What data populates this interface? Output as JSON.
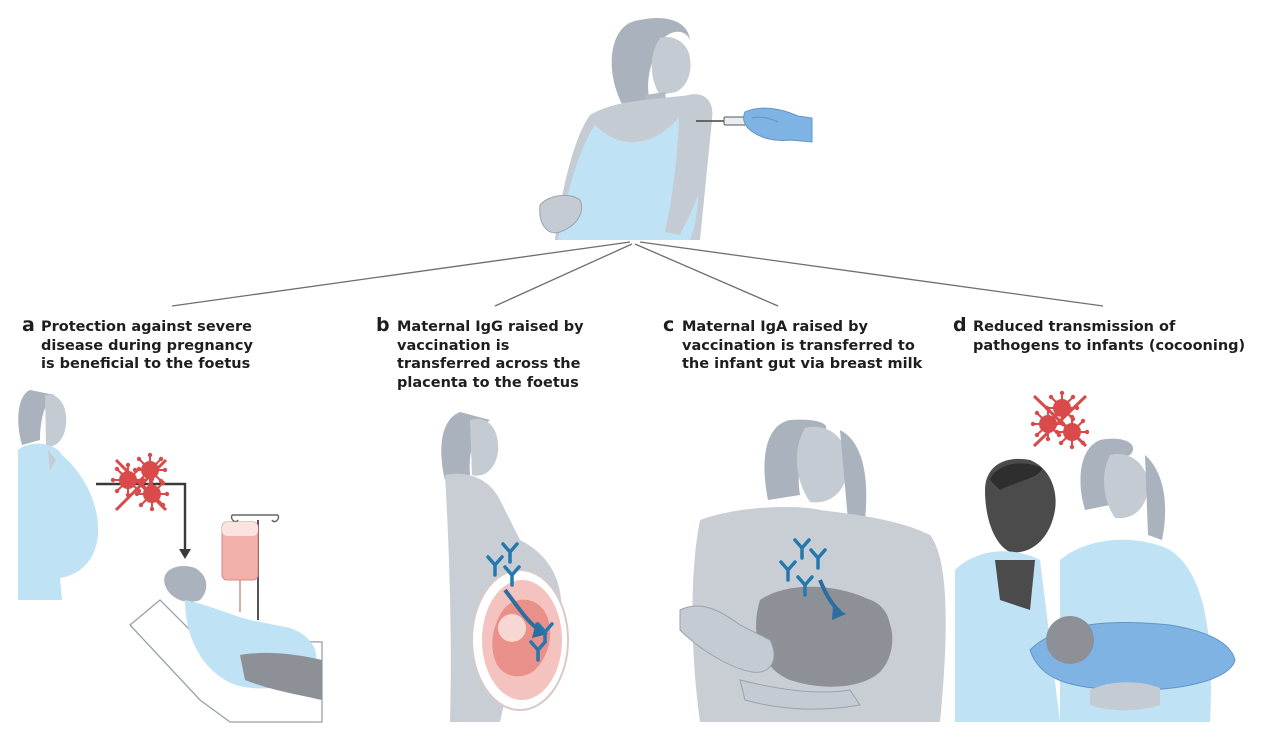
{
  "panels": {
    "a": {
      "letter": "a",
      "lines": [
        "Protection against severe",
        "disease during pregnancy",
        "is beneficial to the foetus"
      ]
    },
    "b": {
      "letter": "b",
      "lines": [
        "Maternal IgG raised by",
        "vaccination is",
        "transferred across the",
        "placenta to the foetus"
      ]
    },
    "c": {
      "letter": "c",
      "lines": [
        "Maternal IgA raised by",
        "vaccination is transferred to",
        "the infant gut via breast milk"
      ]
    },
    "d": {
      "letter": "d",
      "lines": [
        "Reduced transmission of",
        "pathogens to infants (cocooning)"
      ]
    }
  },
  "colors": {
    "skin": "#c5cbd3",
    "skin_shadow": "#b3bac4",
    "hair": "#aab2bd",
    "dress": "#bfe2f4",
    "glove": "#7fb3e3",
    "antibody": "#2478ad",
    "arrow": "#2b6ea0",
    "virus": "#d94a4a",
    "iv_bag": "#f2b0ab",
    "uterus": "#f4c3bf",
    "baby": "#8d9197",
    "dark_skin": "#4b4b4b",
    "connector": "#6e6e6e"
  },
  "icons": [
    "syringe-icon",
    "virus-icon",
    "antibody-icon",
    "cross-icon",
    "iv-bag-icon",
    "arrow-icon"
  ]
}
